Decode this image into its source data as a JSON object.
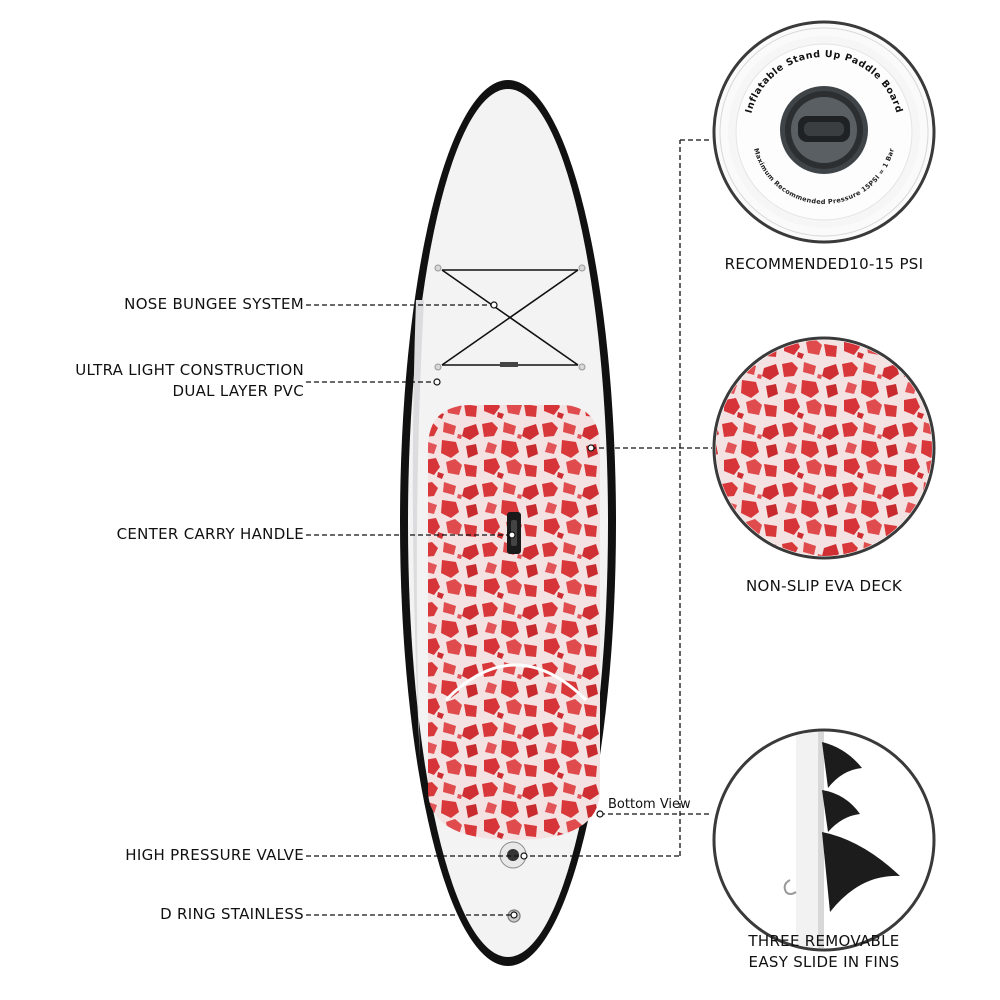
{
  "colors": {
    "deck_red": "#d9383b",
    "board_outline": "#111111",
    "board_body": "#f3f3f4"
  },
  "labels": {
    "nose_bungee": "NOSE BUNGEE SYSTEM",
    "construction_line1": "ULTRA LIGHT CONSTRUCTION",
    "construction_line2": "DUAL LAYER PVC",
    "carry_handle": "CENTER CARRY HANDLE",
    "valve": "HIGH PRESSURE VALVE",
    "d_ring": "D RING STAINLESS",
    "psi": "RECOMMENDED10-15 PSI",
    "deck": "NON-SLIP EVA DECK",
    "fins_line1": "THREE REMOVABLE",
    "fins_line2": "EASY SLIDE IN FINS",
    "bottom_view": "Bottom View"
  },
  "valve_ring_text": {
    "outer": "Inflatable Stand Up Paddle Board",
    "inner": "Maximum Recommended Pressure 15PSI = 1 Bar"
  },
  "icons": [
    "bungee-cord-icon",
    "carry-handle-icon",
    "valve-icon",
    "d-ring-icon",
    "fin-icon"
  ]
}
